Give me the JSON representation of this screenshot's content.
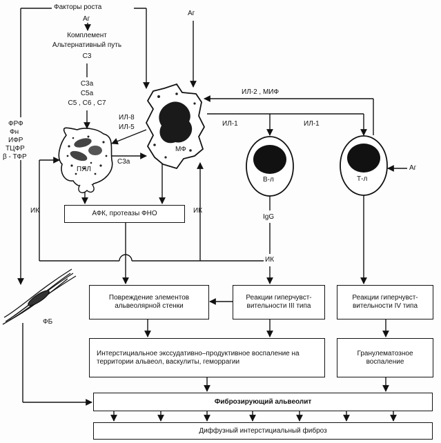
{
  "top": {
    "growth_factors": "Факторы роста",
    "ag_top": "Аг",
    "ag_right_top": "Аг",
    "complement": "Комплемент",
    "alt_path": "Альтернативный путь",
    "c3": "С3",
    "c3a": "С3а",
    "c5a": "С5а",
    "c567": "С5 , С6 , С7"
  },
  "left_factors": [
    "ФРФ",
    "Фн",
    "ИФР",
    "ТЦФР",
    "β - ТФР"
  ],
  "cytokines": {
    "il8": "ИЛ-8",
    "il5": "ИЛ-5",
    "c3a_mid": "С3а",
    "il2_mif": "ИЛ-2 ,  МИФ",
    "il1_a": "ИЛ-1",
    "il1_b": "ИЛ-1",
    "ag_right": "Аг"
  },
  "cells": {
    "pyal": "ПЯЛ",
    "mf": "МФ",
    "b": "В-л",
    "t": "Т-л",
    "fb": "ФБ"
  },
  "labels": {
    "ik_left": "ИК",
    "ik_mid": "ИК",
    "ik_bottom": "ИК",
    "igg": "IgG"
  },
  "boxes": {
    "afk": "АФК, протеазы  ФНО",
    "damage": "Повреждение элементов альвеолярной стенки",
    "hyper3": "Реакции гиперчувст- вительности  III типа",
    "hyper4": "Реакции гиперчувст- вительности  IV типа",
    "interstitial": "Интерстициальное экссудативно–продуктивное воспаление на территории альвеол, васкулиты, геморрагии",
    "granuloma": "Гранулематозное воспаление",
    "fibro_alv": "Фиброзирующий альвеолит",
    "diffuse": "Диффузный интерстициальный фиброз"
  }
}
